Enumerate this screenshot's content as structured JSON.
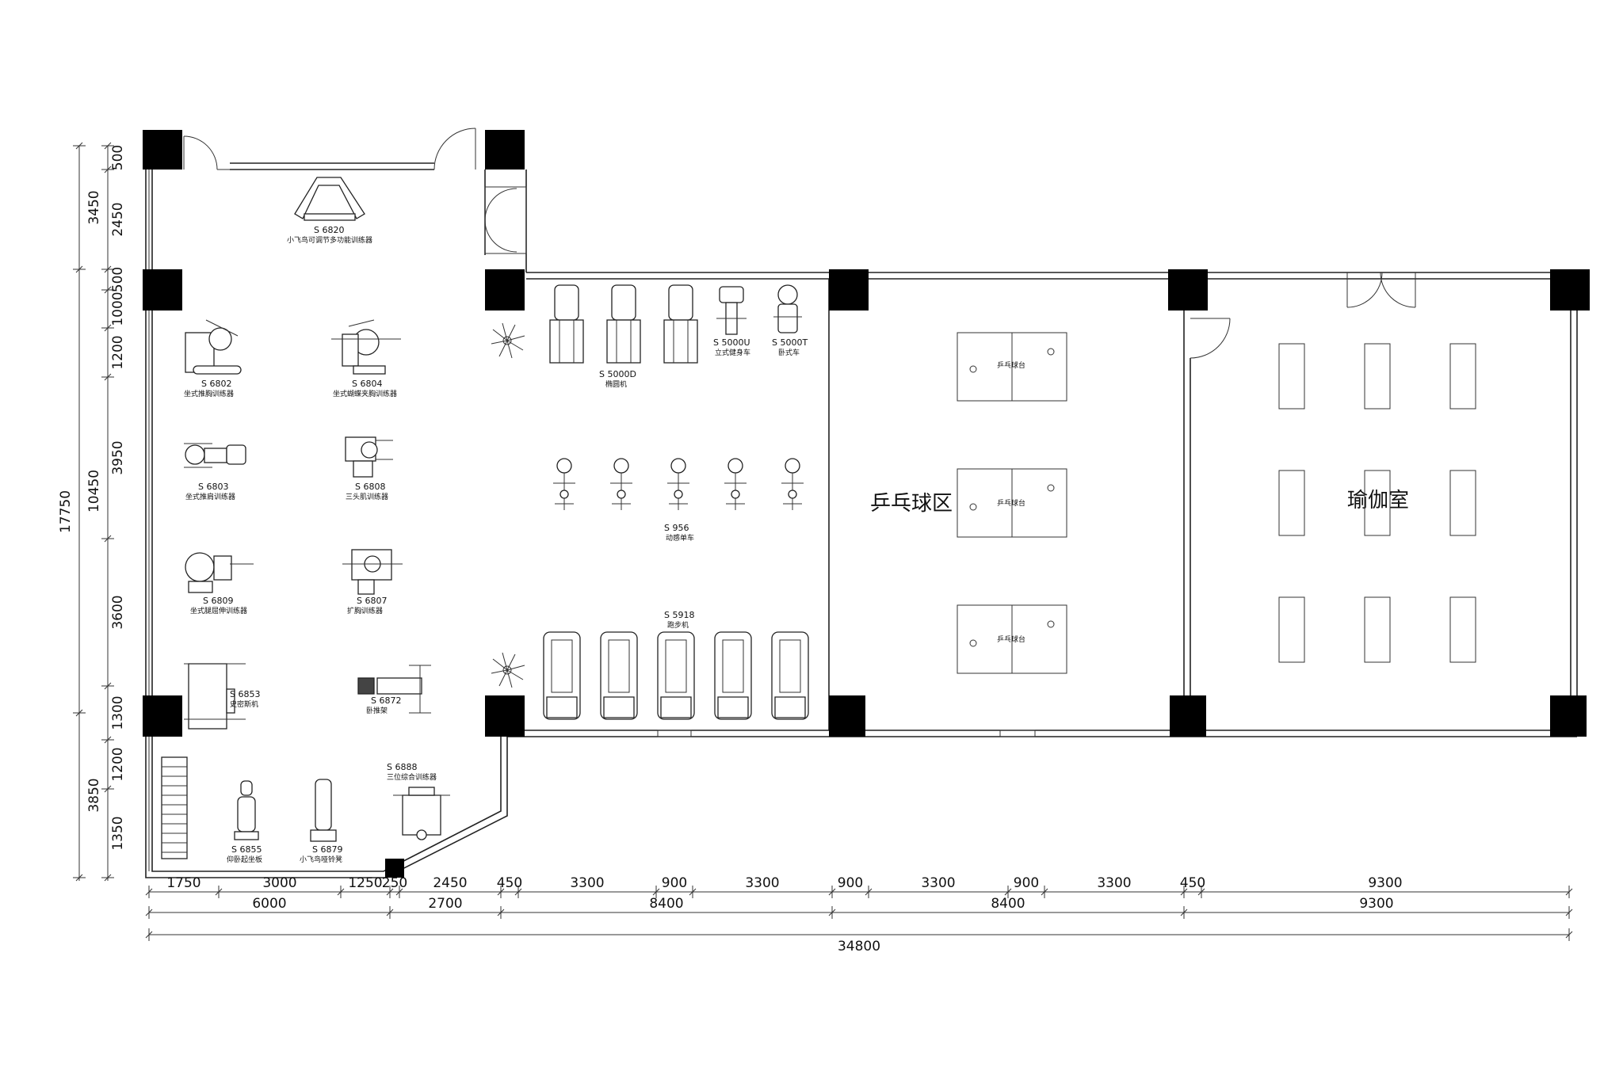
{
  "rooms": {
    "pingpong": "乒乓球区",
    "yoga": "瑜伽室"
  },
  "table_label": "乒乓球台",
  "dimensions": {
    "bottom_row1": [
      "1750",
      "3000",
      "1250",
      "250",
      "2450",
      "450",
      "3300",
      "900",
      "3300",
      "900",
      "3300",
      "900",
      "3300",
      "450",
      "9300"
    ],
    "bottom_row2": [
      "6000",
      "2700",
      "8400",
      "8400",
      "9300"
    ],
    "bottom_total": "34800",
    "left_inner": [
      "500",
      "2450",
      "500",
      "1000",
      "1200",
      "3950",
      "3600",
      "1300",
      "1200",
      "1350"
    ],
    "left_mid": [
      "3450",
      "10450",
      "3850"
    ],
    "left_total": "17750"
  },
  "equipment": [
    {
      "id": "e6820",
      "code": "S 6820",
      "name": "小飞鸟可调节多功能训练器"
    },
    {
      "id": "e6802",
      "code": "S 6802",
      "name": "坐式推胸训练器"
    },
    {
      "id": "e6804",
      "code": "S 6804",
      "name": "坐式蝴蝶夹胸训练器"
    },
    {
      "id": "e6803",
      "code": "S 6803",
      "name": "坐式推肩训练器"
    },
    {
      "id": "e6808",
      "code": "S 6808",
      "name": "三头肌训练器"
    },
    {
      "id": "e6809",
      "code": "S 6809",
      "name": "坐式腿屈伸训练器"
    },
    {
      "id": "e6807",
      "code": "S 6807",
      "name": "扩胸训练器"
    },
    {
      "id": "e6853",
      "code": "S 6853",
      "name": "史密斯机"
    },
    {
      "id": "e6872",
      "code": "S 6872",
      "name": "卧推架"
    },
    {
      "id": "e6888",
      "code": "S 6888",
      "name": "三位综合训练器"
    },
    {
      "id": "e6855",
      "code": "S 6855",
      "name": "仰卧起坐板"
    },
    {
      "id": "e6879",
      "code": "S 6879",
      "name": "小飞鸟哑铃凳"
    },
    {
      "id": "e5000d",
      "code": "S 5000D",
      "name": "椭圆机"
    },
    {
      "id": "e5000u",
      "code": "S 5000U",
      "name": "立式健身车"
    },
    {
      "id": "e5000t",
      "code": "S 5000T",
      "name": "卧式车"
    },
    {
      "id": "e956",
      "code": "S 956",
      "name": "动感单车"
    },
    {
      "id": "e5918",
      "code": "S 5918",
      "name": "跑步机"
    }
  ]
}
